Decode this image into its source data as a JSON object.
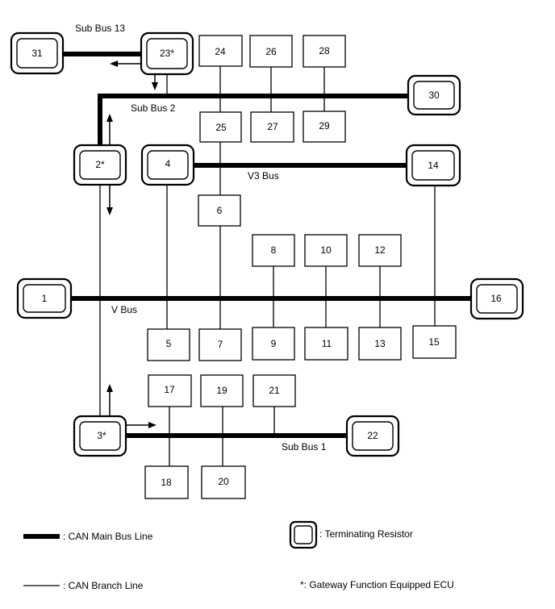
{
  "diagram": {
    "buses": {
      "sub_bus_13": "Sub Bus 13",
      "sub_bus_2": "Sub Bus 2",
      "v3_bus": "V3 Bus",
      "v_bus": "V Bus",
      "sub_bus_1": "Sub Bus 1"
    },
    "nodes": {
      "n1": "1",
      "n2": "2*",
      "n3": "3*",
      "n4": "4",
      "n5": "5",
      "n6": "6",
      "n7": "7",
      "n8": "8",
      "n9": "9",
      "n10": "10",
      "n11": "11",
      "n12": "12",
      "n13": "13",
      "n14": "14",
      "n15": "15",
      "n16": "16",
      "n17": "17",
      "n18": "18",
      "n19": "19",
      "n20": "20",
      "n21": "21",
      "n22": "22",
      "n23": "23*",
      "n24": "24",
      "n25": "25",
      "n26": "26",
      "n27": "27",
      "n28": "28",
      "n29": "29",
      "n30": "30",
      "n31": "31"
    },
    "terminating_resistor_nodes": [
      "1",
      "2*",
      "3*",
      "4",
      "14",
      "16",
      "22",
      "23*",
      "30",
      "31"
    ],
    "gateway_nodes": [
      "2*",
      "3*",
      "23*"
    ],
    "legend": {
      "main_bus": ": CAN Main Bus Line",
      "branch_line": ": CAN Branch Line",
      "terminating_resistor": ": Terminating Resistor",
      "gateway": "*: Gateway Function Equipped ECU"
    }
  }
}
